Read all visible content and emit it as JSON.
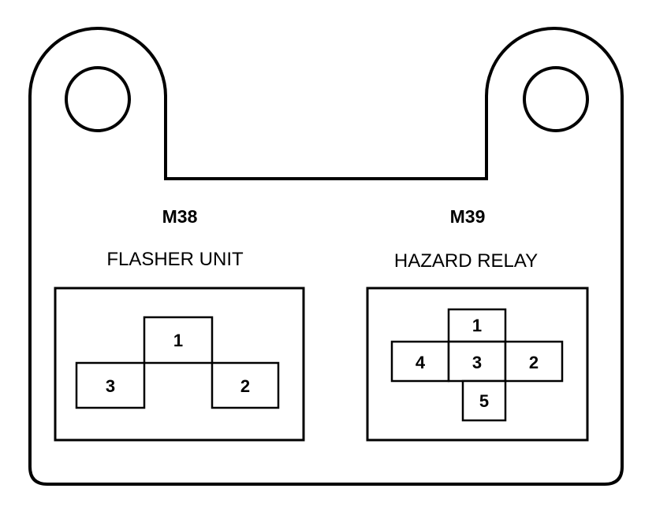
{
  "connectors": [
    {
      "code": "M38",
      "name": "FLASHER UNIT",
      "pins": [
        "1",
        "3",
        "2"
      ]
    },
    {
      "code": "M39",
      "name": "HAZARD RELAY",
      "pins": [
        "1",
        "4",
        "3",
        "2",
        "5"
      ]
    }
  ]
}
